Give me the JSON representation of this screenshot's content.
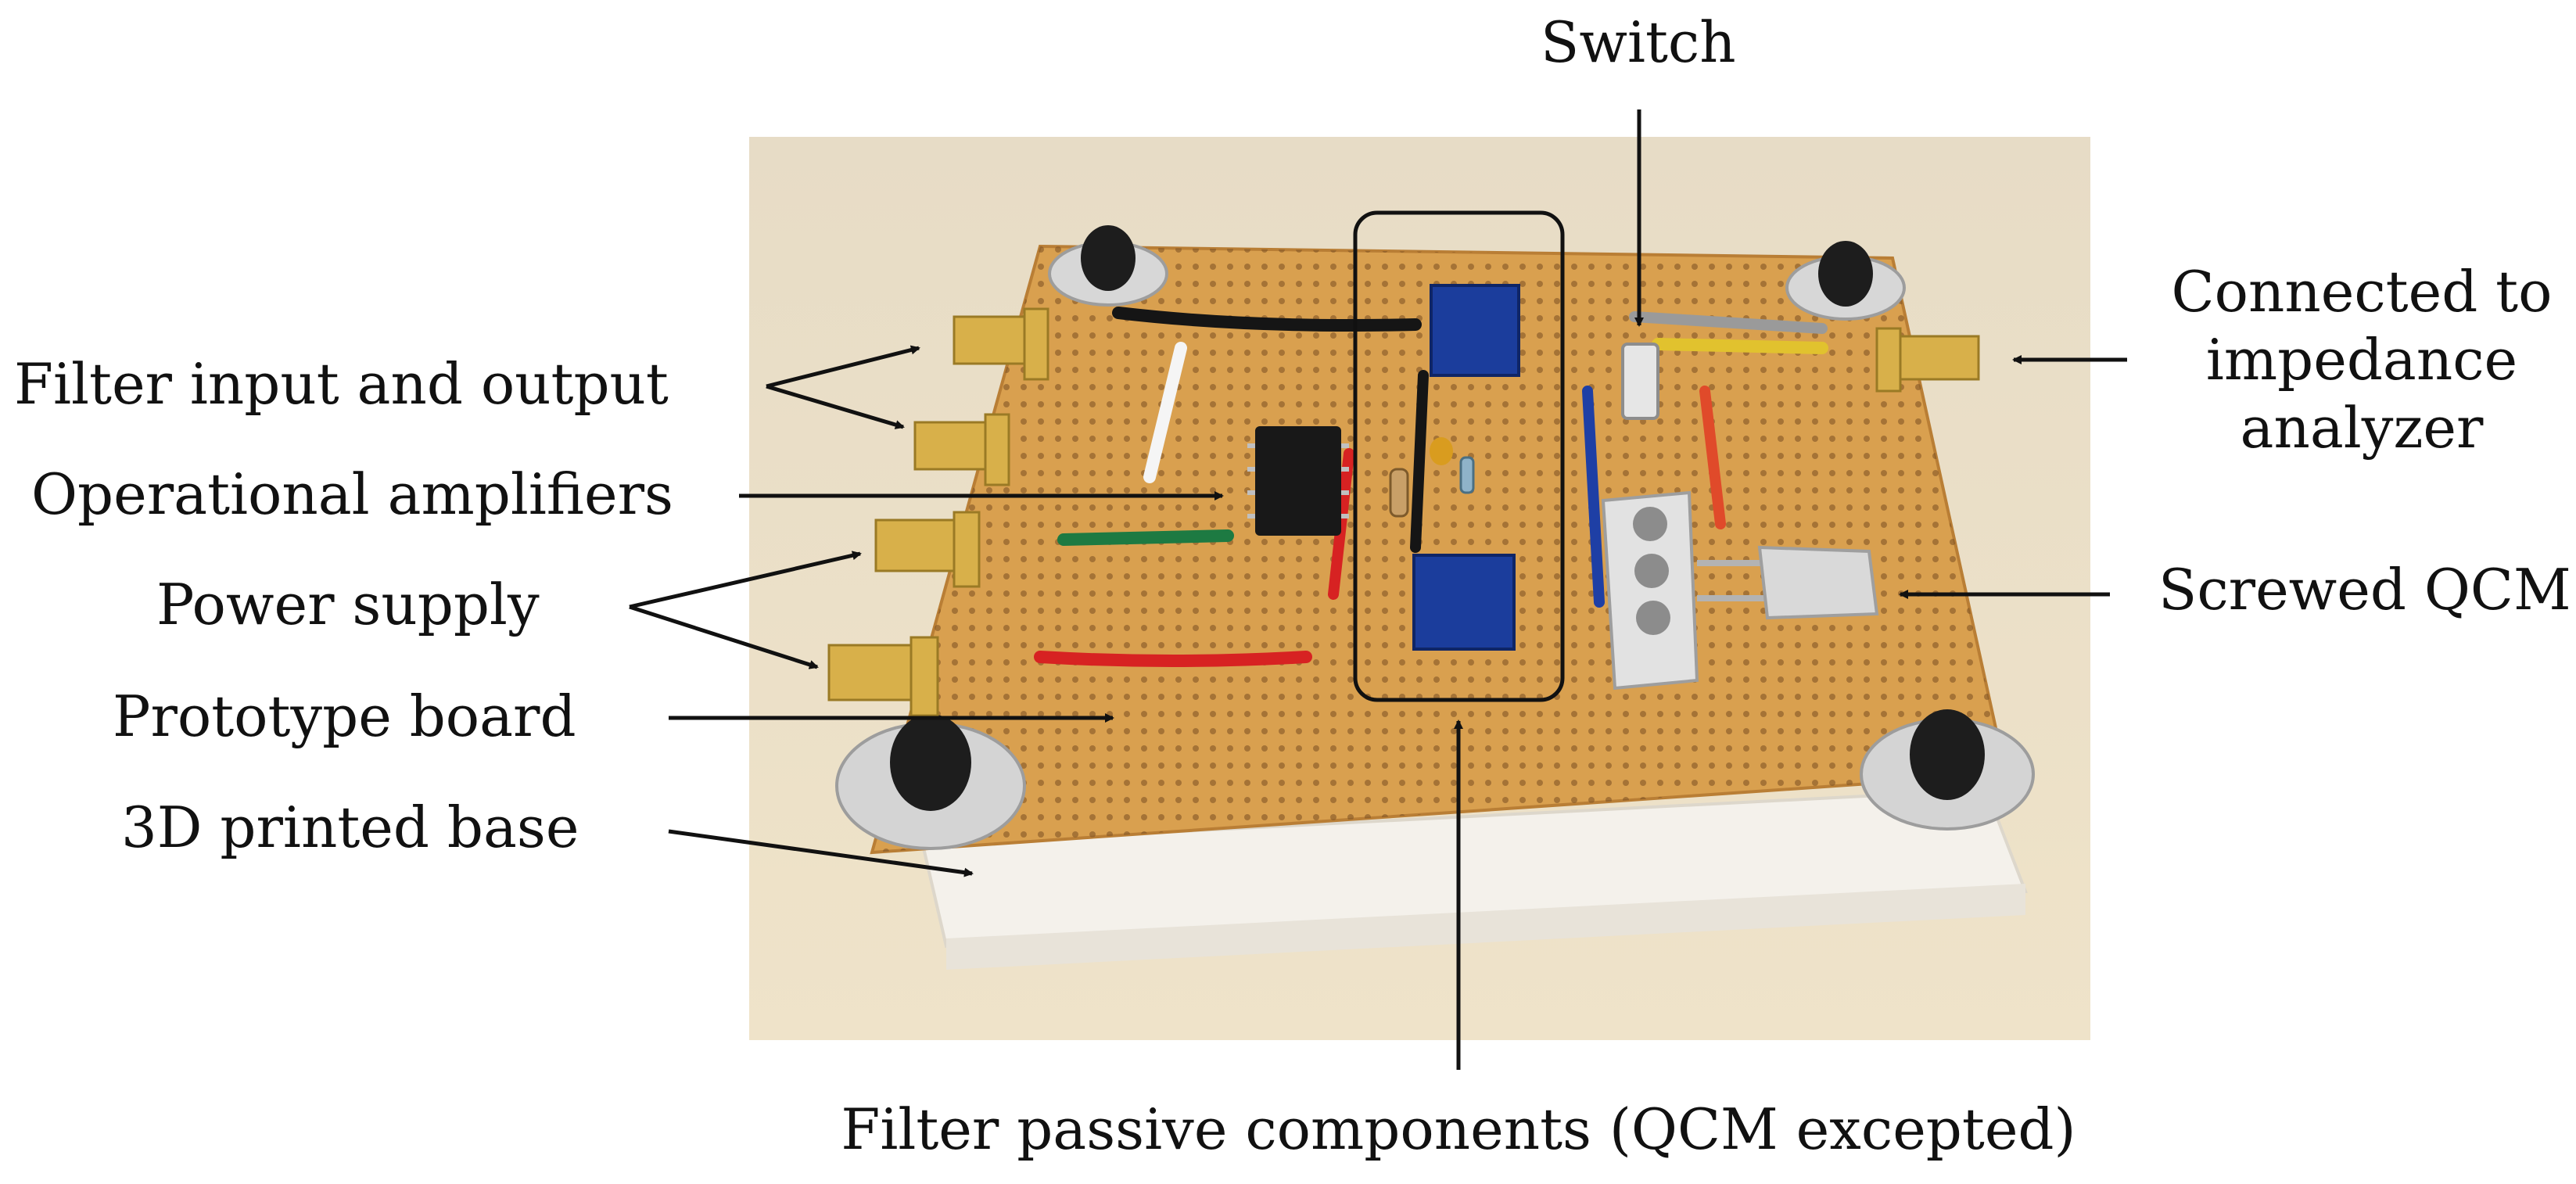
{
  "figure": {
    "labels": {
      "switch": "Switch",
      "filter_io": "Filter input and output",
      "op_amps": "Operational amplifiers",
      "power_supply": "Power supply",
      "prototype_board": "Prototype board",
      "printed_base": "3D printed base",
      "impedance_line1": "Connected to",
      "impedance_line2": "impedance",
      "impedance_line3": "analyzer",
      "screwed_qcm": "Screwed QCM",
      "passive_components": "Filter passive components (QCM excepted)"
    },
    "photo_description": "prototype-board-photo",
    "colors": {
      "background": "#ede1c9",
      "board": "#d9a04f",
      "connector": "#d8b04a",
      "potentiometer": "#1b3d9c",
      "base": "#f3f0ea"
    }
  }
}
